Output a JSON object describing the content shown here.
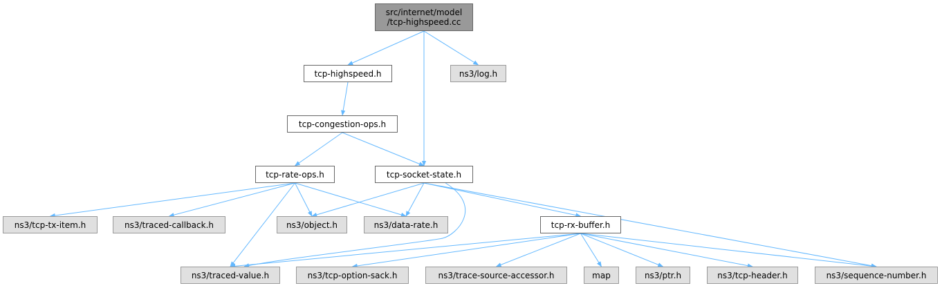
{
  "graph": {
    "root": {
      "line1": "src/internet/model",
      "line2": "/tcp-highspeed.cc"
    },
    "nodes": {
      "tcp_highspeed_h": "tcp-highspeed.h",
      "log_h": "ns3/log.h",
      "tcp_congestion_ops_h": "tcp-congestion-ops.h",
      "tcp_rate_ops_h": "tcp-rate-ops.h",
      "tcp_socket_state_h": "tcp-socket-state.h",
      "tcp_tx_item_h": "ns3/tcp-tx-item.h",
      "traced_callback_h": "ns3/traced-callback.h",
      "object_h": "ns3/object.h",
      "data_rate_h": "ns3/data-rate.h",
      "tcp_rx_buffer_h": "tcp-rx-buffer.h",
      "traced_value_h": "ns3/traced-value.h",
      "tcp_option_sack_h": "ns3/tcp-option-sack.h",
      "trace_source_accessor_h": "ns3/trace-source-accessor.h",
      "map": "map",
      "ptr_h": "ns3/ptr.h",
      "tcp_header_h": "ns3/tcp-header.h",
      "sequence_number_h": "ns3/sequence-number.h"
    },
    "edges": [
      [
        "root",
        "tcp_highspeed_h"
      ],
      [
        "root",
        "log_h"
      ],
      [
        "root",
        "tcp_socket_state_h"
      ],
      [
        "tcp_highspeed_h",
        "tcp_congestion_ops_h"
      ],
      [
        "tcp_congestion_ops_h",
        "tcp_rate_ops_h"
      ],
      [
        "tcp_congestion_ops_h",
        "tcp_socket_state_h"
      ],
      [
        "tcp_rate_ops_h",
        "tcp_tx_item_h"
      ],
      [
        "tcp_rate_ops_h",
        "traced_callback_h"
      ],
      [
        "tcp_rate_ops_h",
        "object_h"
      ],
      [
        "tcp_rate_ops_h",
        "data_rate_h"
      ],
      [
        "tcp_rate_ops_h",
        "traced_value_h"
      ],
      [
        "tcp_socket_state_h",
        "object_h"
      ],
      [
        "tcp_socket_state_h",
        "data_rate_h"
      ],
      [
        "tcp_socket_state_h",
        "tcp_rx_buffer_h"
      ],
      [
        "tcp_socket_state_h",
        "sequence_number_h"
      ],
      [
        "tcp_socket_state_h",
        "traced_value_h"
      ],
      [
        "tcp_rx_buffer_h",
        "traced_value_h"
      ],
      [
        "tcp_rx_buffer_h",
        "tcp_option_sack_h"
      ],
      [
        "tcp_rx_buffer_h",
        "trace_source_accessor_h"
      ],
      [
        "tcp_rx_buffer_h",
        "map"
      ],
      [
        "tcp_rx_buffer_h",
        "ptr_h"
      ],
      [
        "tcp_rx_buffer_h",
        "tcp_header_h"
      ],
      [
        "tcp_rx_buffer_h",
        "sequence_number_h"
      ]
    ],
    "colors": {
      "edge": "#63b8ff",
      "root_fill": "#999999",
      "external_fill": "#e0e0e0",
      "local_fill": "#ffffff"
    }
  }
}
